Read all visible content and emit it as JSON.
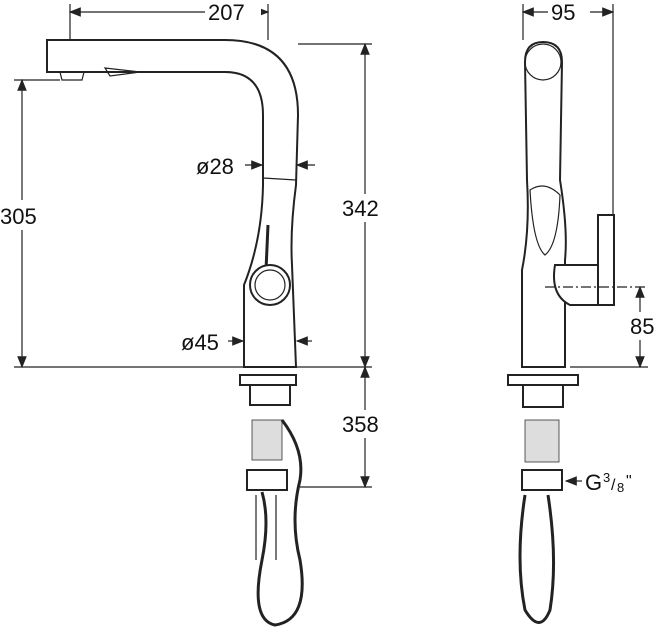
{
  "drawing": {
    "front_view": {
      "width_label": "207",
      "height_to_spout_label": "305",
      "total_height_label": "342",
      "tube_diameter_label": "ø28",
      "body_diameter_label": "ø45",
      "hose_length_label": "358"
    },
    "side_view": {
      "depth_label": "95",
      "lever_height_label": "85",
      "connection_label": "G",
      "connection_fraction_num": "3",
      "connection_fraction_den": "8",
      "connection_suffix": "\""
    }
  }
}
